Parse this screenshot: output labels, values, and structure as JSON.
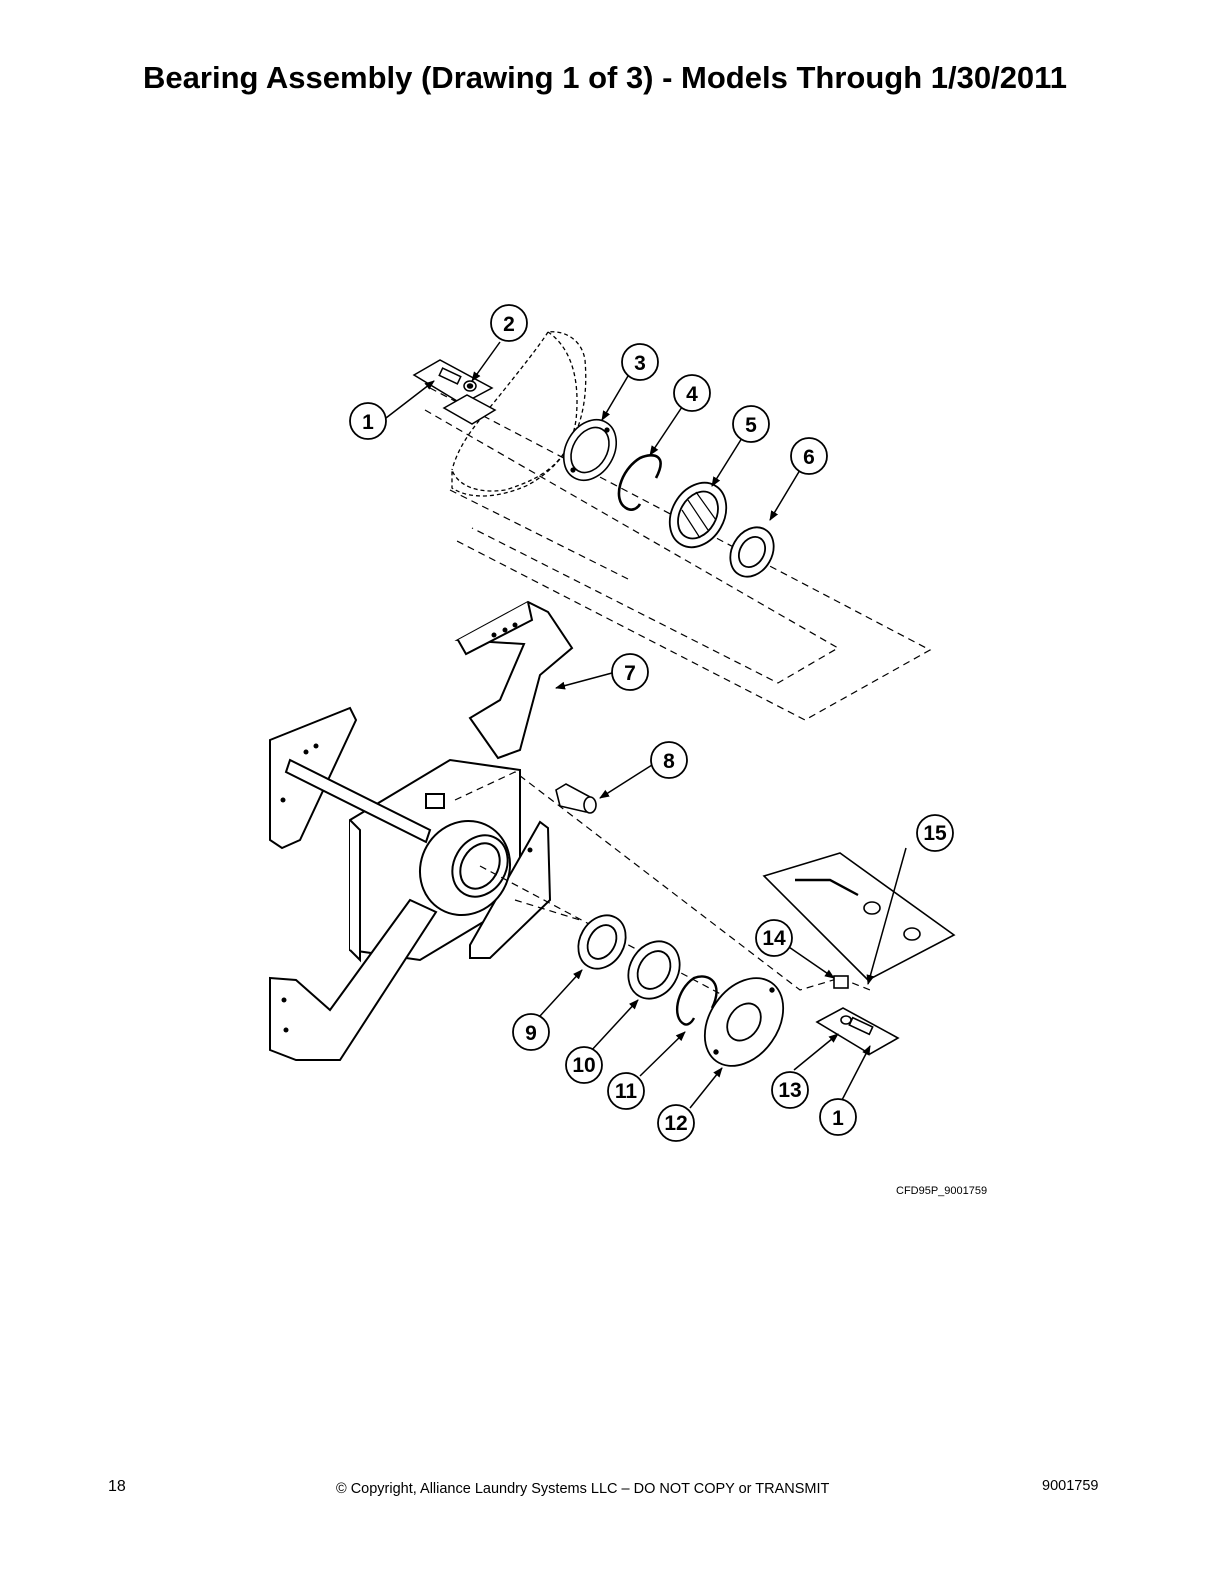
{
  "page": {
    "title": "Bearing Assembly (Drawing 1 of 3) - Models Through 1/30/2011",
    "drawing_code": "CFD95P_9001759",
    "footer": {
      "page_number": "18",
      "copyright": "© Copyright, Alliance Laundry Systems LLC – DO NOT COPY or TRANSMIT",
      "document_number": "9001759"
    }
  },
  "callouts": [
    {
      "id": "c1a",
      "label": "1"
    },
    {
      "id": "c2",
      "label": "2"
    },
    {
      "id": "c3",
      "label": "3"
    },
    {
      "id": "c4",
      "label": "4"
    },
    {
      "id": "c5",
      "label": "5"
    },
    {
      "id": "c6",
      "label": "6"
    },
    {
      "id": "c7",
      "label": "7"
    },
    {
      "id": "c8",
      "label": "8"
    },
    {
      "id": "c9",
      "label": "9"
    },
    {
      "id": "c10",
      "label": "10"
    },
    {
      "id": "c11",
      "label": "11"
    },
    {
      "id": "c12",
      "label": "12"
    },
    {
      "id": "c13",
      "label": "13"
    },
    {
      "id": "c14",
      "label": "14"
    },
    {
      "id": "c15",
      "label": "15"
    },
    {
      "id": "c1b",
      "label": "1"
    }
  ]
}
